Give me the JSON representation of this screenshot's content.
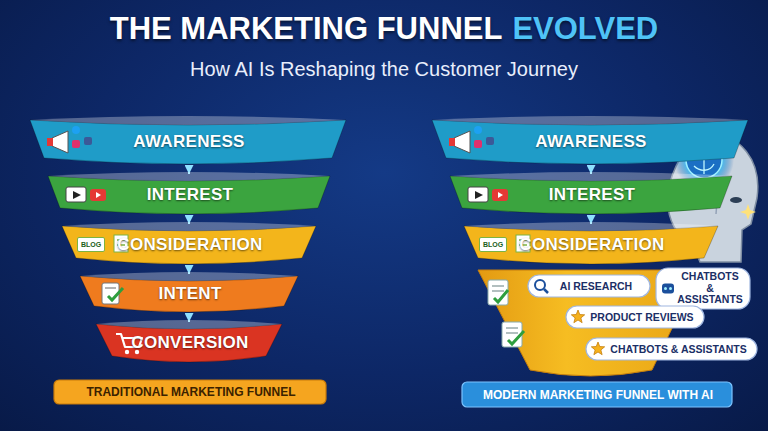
{
  "diagram": {
    "title": "THE MARKETING FUNNEL",
    "nodes": [
      {
        "text": [
          "AWARENESS"
        ]
      },
      {
        "text": [
          "INTEREST"
        ]
      },
      {
        "text": [
          "CONSIDERATION"
        ]
      },
      {
        "text": [
          "INTENT"
        ]
      },
      {
        "text": [
          "CONVERSION"
        ]
      },
      {
        "text": [
          "TRADITIONAL MARKETING FUNNEL"
        ]
      },
      {
        "text": [
          "AWARENESS"
        ]
      },
      {
        "text": [
          "INTEREST"
        ]
      },
      {
        "text": [
          "CONSIDERATION"
        ]
      },
      {
        "text": [
          "AI RESEARCH"
        ]
      },
      {
        "text": [
          "CHATBOTS & ASSISTANTS"
        ]
      },
      {
        "text": [
          "PRODUCT REVIEWS"
        ]
      },
      {
        "text": [
          "CHATBOTS & ASSISTANTS"
        ]
      },
      {
        "text": [
          "MODERN MARKETING FUNNEL WITH AI"
        ]
      }
    ],
    "edges": [
      {
        "from": 0,
        "to": 1,
        "arrow": "to"
      },
      {
        "from": 1,
        "to": 2,
        "arrow": "to"
      },
      {
        "from": 2,
        "to": 3,
        "arrow": "to"
      },
      {
        "from": 3,
        "to": 4,
        "arrow": "to"
      },
      {
        "from": 6,
        "to": 7,
        "arrow": "to"
      },
      {
        "from": 7,
        "to": 8,
        "arrow": "to"
      }
    ],
    "labels": [
      "EVOLVED",
      "How AI Is Reshaping the Customer Journey",
      "BLOG",
      "BLOG"
    ]
  }
}
